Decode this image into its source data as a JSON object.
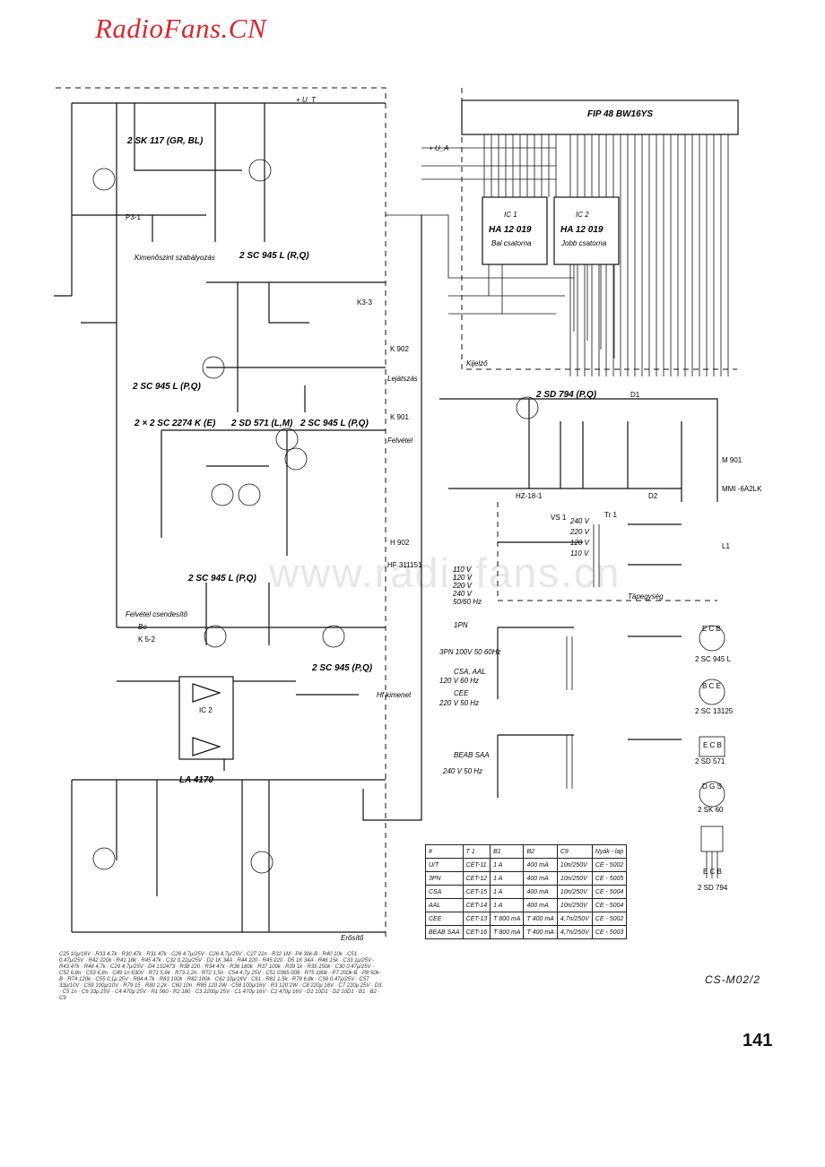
{
  "watermark": "RadioFans.CN",
  "ghost_watermark": "www.radiofans.cn",
  "page_number": "141",
  "doc_ref": "CS-M02/2",
  "display": {
    "title": "FIP 48 BW16YS",
    "ic1": {
      "name": "IC 1",
      "type": "HA 12 019",
      "desc": "Bal csatorna"
    },
    "ic2": {
      "name": "IC 2",
      "type": "HA 12 019",
      "desc": "Jobb csatorna"
    },
    "section": "Kijelző"
  },
  "transistors": {
    "t3": "2 SK 117 (GR, BL)",
    "t5": "2 SC 945 L (R,Q)",
    "t4": "2 SC 945 L (P,Q)",
    "t6t7t8": "2 × 2 SC 2274 K (E)",
    "t9t10": "2 SD 571 (L,M)",
    "t10b": "2 SC 945 L (P,Q)",
    "t11t12": "2 SC 945 L (P,Q)",
    "t12b": "2 SC 945 (P,Q)",
    "t1": "2 SD 794 (P,Q)"
  },
  "ics": {
    "ic2": "IC 2",
    "la": "LA 4170"
  },
  "labels": {
    "ut": "+ U_T",
    "ua": "+ U_A",
    "kimeno": "Kimenőszint szabályozás",
    "lejatszas": "Lejátszás",
    "felvetel": "Felvétel",
    "felvetel_csend": "Felvétel csendesítő",
    "be": "Be",
    "hf_kimenet": "Hf kimenet",
    "erosito": "Erősítő",
    "tapegyseg": "Tápegység",
    "k902": "K 902",
    "k901": "K 901",
    "h902": "H 902",
    "hf": "HF 311151",
    "k33": "K3-3",
    "k52": "K 5-2",
    "p31": "P3-1",
    "hz": "HZ-18-1",
    "vs1": "VS 1",
    "tr1": "Tr 1",
    "m901": "M 901",
    "mm": "MMI -6A2LK",
    "l1": "L1",
    "d1": "D1",
    "d2": "D2"
  },
  "components": [
    "C25 10μ/16V",
    "R33 4,7k",
    "R30 47k",
    "R31 47k",
    "C26 4,7μ/25V",
    "C26 4,7μ/25V",
    "C27 22n",
    "R32 1M",
    "P4 30k-B",
    "R40 10k",
    "C51 0,47μ/25V",
    "R42 220k",
    "R41 18k",
    "R45 47k",
    "C32 0,22μ/25V",
    "D2 1K 34A",
    "R44 220",
    "R45 220",
    "D5 1K 34A",
    "R46 15k",
    "C33 1μ/25V",
    "R43 47k",
    "R48 4,7k",
    "C29 4,7μ/25V",
    "D4 1S2473",
    "R38 220",
    "R34 47k",
    "R36 180k",
    "R37 100k",
    "R39 1k",
    "R35 150k",
    "C30 0,47μ/25V",
    "C52 6,8n",
    "C53 6,8n",
    "C49 1n 630V",
    "R71 5,6k",
    "R73 2,2n",
    "R72 1,5n",
    "C54 4,7μ 25V",
    "C51 0365 008",
    "R75 180k",
    "P7 200k-B",
    "P8 50k-B",
    "R74 120k",
    "C55 0,1μ 25V",
    "R84 4,7k",
    "R83 100k",
    "R82 100k",
    "C62 10μ/16V",
    "C61",
    "R81 1,5k",
    "R78 6,8k",
    "C56 0,47μ/25V",
    "C57 33μ/10V",
    "C59 100μ/10V",
    "R79 15",
    "R80 2,2k",
    "C60 10n",
    "R85 120 2W",
    "C58 100μ/16V",
    "R3 120 2W",
    "C8 220μ 16V",
    "C7 220μ 25V",
    "D3",
    "C5 1n",
    "C6 33μ 25V",
    "C4 470μ 25V",
    "R1 560",
    "R2 180",
    "C3 2200μ 25V",
    "C1 470μ 16V",
    "C2 470μ 16V",
    "D1 10D1",
    "D2 10D1",
    "B1",
    "B2",
    "C9"
  ],
  "power": {
    "ut_inputs": [
      "110 V",
      "120 V",
      "220 V",
      "240 V",
      "50/60 Hz"
    ],
    "vs1_taps": [
      "240 V",
      "220 V",
      "120 V",
      "110 V"
    ],
    "variant1": {
      "name": "1PN",
      "spec": "3PN 100V 50 60Hz"
    },
    "variant2": {
      "name": "CSA, AAL",
      "spec": "120 V 60 Hz"
    },
    "variant3": {
      "name": "CEE",
      "spec": "220 V 50 Hz"
    },
    "variant4": {
      "name": "BEAB SAA",
      "spec": "240 V 50 Hz"
    }
  },
  "pinouts": [
    {
      "pins": "E C B",
      "part": "2 SC 945 L"
    },
    {
      "pins": "B C E",
      "part": "2 SC 13125"
    },
    {
      "pins": "E C B",
      "part": "2 SD 571"
    },
    {
      "pins": "D G S",
      "part": "2 SK 60"
    },
    {
      "pins": "E C B",
      "part": "2 SD 794"
    }
  ],
  "table": {
    "headers": [
      "#",
      "T 1",
      "B1",
      "B2",
      "C9",
      "Nyák - lap"
    ],
    "rows": [
      [
        "U/T",
        "CET-11",
        "1 A",
        "400 mA",
        "10n/250V",
        "CE - 5002"
      ],
      [
        "3PN",
        "CET-12",
        "1 A",
        "400 mA",
        "10n/250V",
        "CE - 5005"
      ],
      [
        "CSA",
        "CET-15",
        "1 A",
        "400 mA",
        "10n/250V",
        "CE - 5004"
      ],
      [
        "AAL",
        "CET-14",
        "1 A",
        "400 mA",
        "10n/250V",
        "CE - 5004"
      ],
      [
        "CEE",
        "CET-13",
        "T 800 mA",
        "T 400 mA",
        "4,7n/250V",
        "CE - 5002"
      ],
      [
        "BEAB SAA",
        "CET-16",
        "T 800 mA",
        "T 400 mA",
        "4,7n/250V",
        "CE - 5003"
      ]
    ]
  }
}
